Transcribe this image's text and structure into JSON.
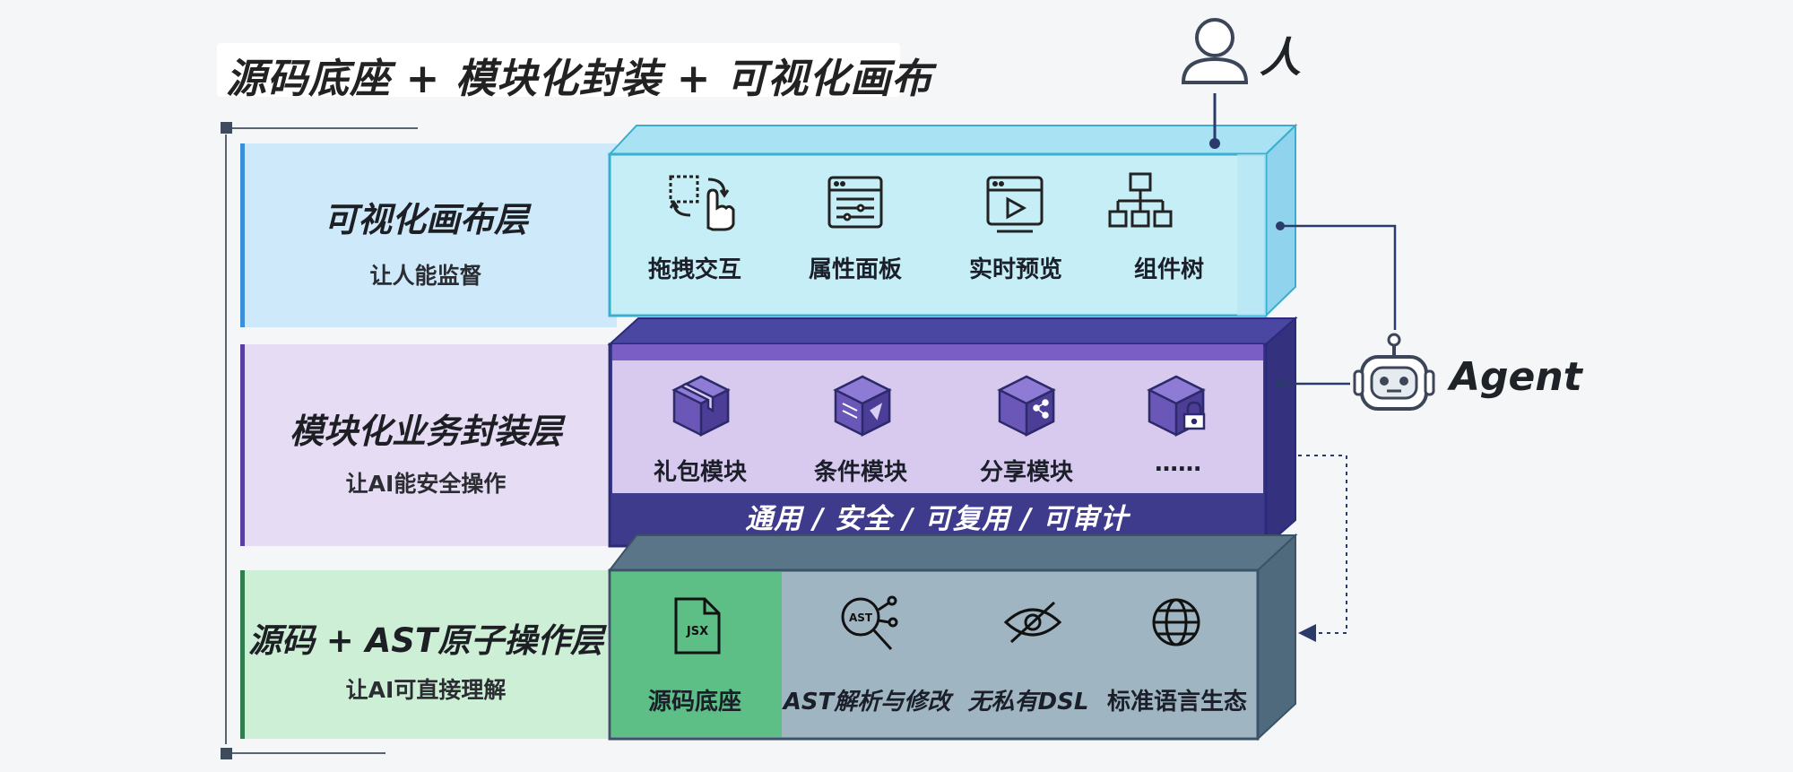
{
  "title": "源码底座 + 模块化封装 + 可视化画布",
  "actors": {
    "human": "人",
    "agent": "Agent"
  },
  "layers": [
    {
      "title": "可视化画布层",
      "subtitle": "让人能监督",
      "items": [
        {
          "label": "拖拽交互",
          "icon": "drag-interaction-icon"
        },
        {
          "label": "属性面板",
          "icon": "property-panel-icon"
        },
        {
          "label": "实时预览",
          "icon": "live-preview-icon"
        },
        {
          "label": "组件树",
          "icon": "component-tree-icon"
        }
      ]
    },
    {
      "title": "模块化业务封装层",
      "subtitle": "让AI能安全操作",
      "items": [
        {
          "label": "礼包模块",
          "icon": "gift-box-icon"
        },
        {
          "label": "条件模块",
          "icon": "condition-box-icon"
        },
        {
          "label": "分享模块",
          "icon": "share-box-icon"
        },
        {
          "label": "……",
          "icon": "locked-box-icon"
        }
      ],
      "tagline": "通用 / 安全 / 可复用 / 可审计"
    },
    {
      "title": "源码 + AST原子操作层",
      "subtitle": "让AI可直接理解",
      "items": [
        {
          "label": "源码底座",
          "icon": "jsx-file-icon"
        },
        {
          "label": "AST解析与修改",
          "icon": "ast-parse-icon"
        },
        {
          "label": "无私有DSL",
          "icon": "eye-off-icon"
        },
        {
          "label": "标准语言生态",
          "icon": "globe-icon"
        }
      ]
    }
  ],
  "colors": {
    "canvas_layer": "#c6eef6",
    "module_layer": "#d8c9ef",
    "module_dark": "#3e3a8c",
    "ast_layer_green": "#5dbf86",
    "ast_layer_gray": "#9fb5c2",
    "label_blue": "#cde9fa",
    "label_purple": "#e6dcf3",
    "label_green": "#cdefd6"
  }
}
